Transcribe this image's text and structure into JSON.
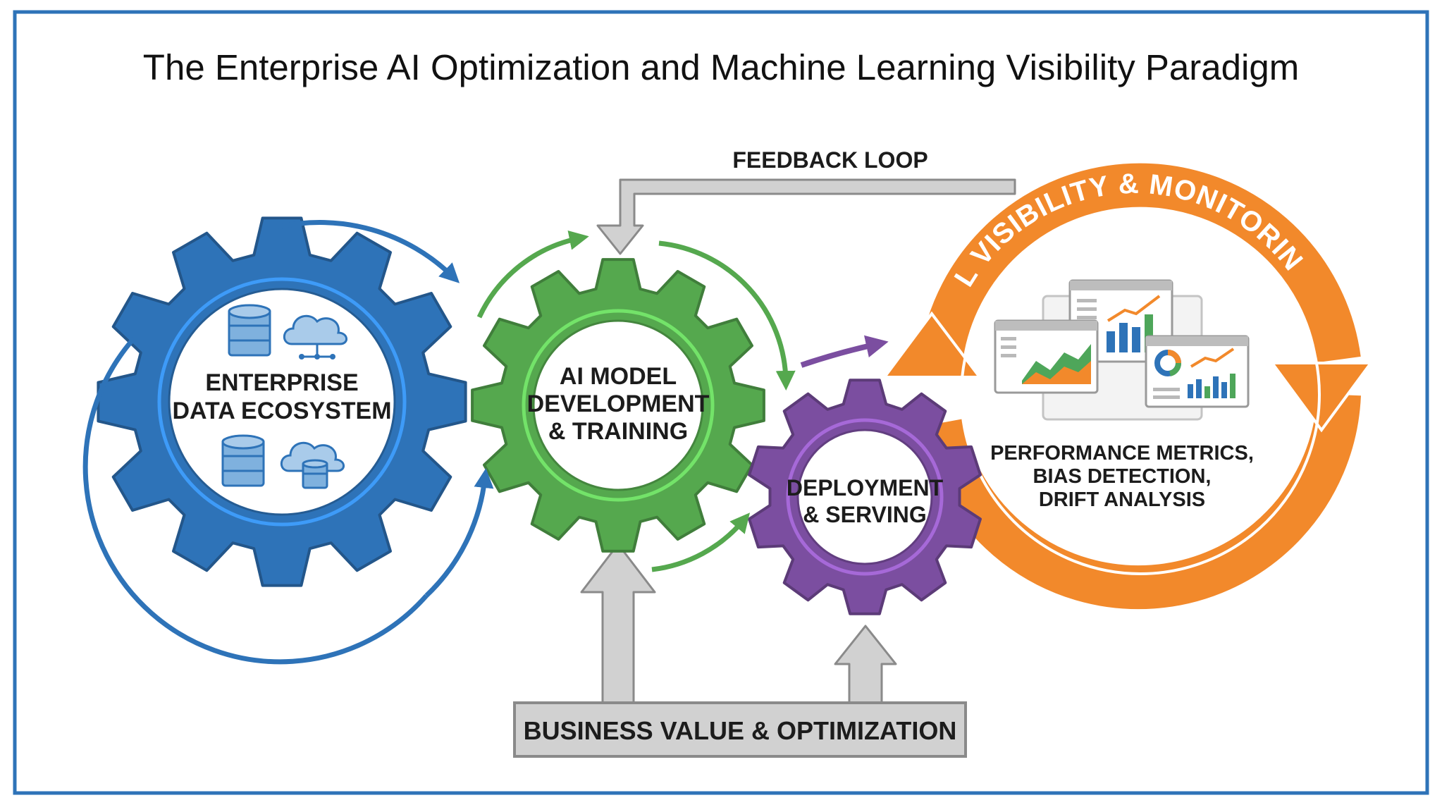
{
  "title": "The Enterprise AI Optimization and Machine Learning Visibility Paradigm",
  "feedback_loop_label": "FEEDBACK LOOP",
  "gears": [
    {
      "lines": [
        "ENTERPRISE",
        "DATA ECOSYSTEM"
      ],
      "color": "#2e73b8"
    },
    {
      "lines": [
        "AI MODEL",
        "DEVELOPMENT",
        "& TRAINING"
      ],
      "color": "#55a84e"
    },
    {
      "lines": [
        "DEPLOYMENT",
        "& SERVING"
      ],
      "color": "#7b4ea0"
    }
  ],
  "monitoring": {
    "arc_label": "ML VISIBILITY & MONITORING",
    "lines": [
      "PERFORMANCE METRICS,",
      "BIAS DETECTION,",
      "DRIFT ANALYSIS"
    ],
    "color": "#f2892b"
  },
  "business_value_label": "BUSINESS VALUE & OPTIMIZATION",
  "colors": {
    "border": "#2e73b8",
    "connector_gray": "#c9c9c9",
    "connector_stroke": "#8a8a8a"
  }
}
